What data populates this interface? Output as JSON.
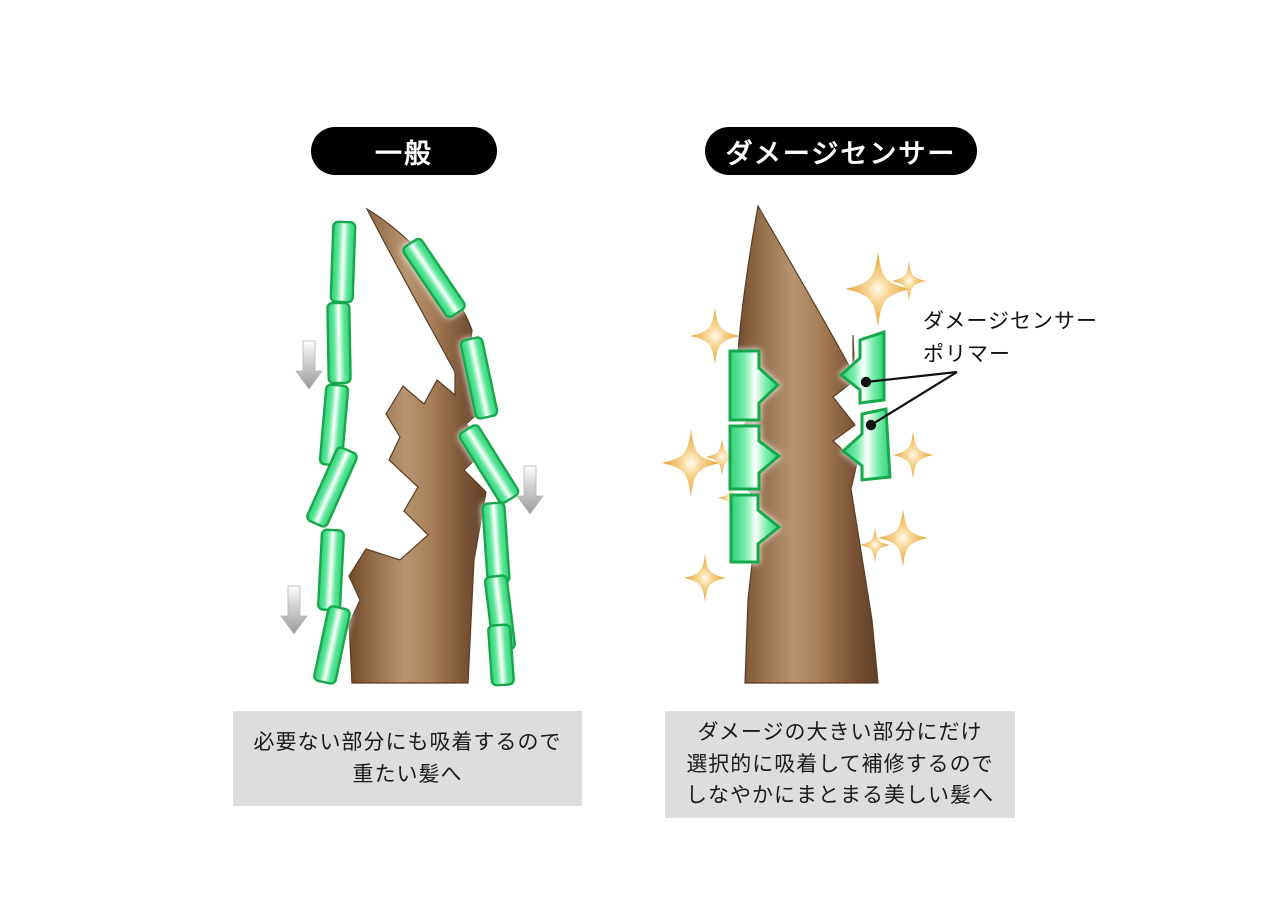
{
  "page": {
    "background": "#ffffff",
    "title_left": "一般",
    "title_right": "ダメージセンサー"
  },
  "panels": {
    "left": {
      "heading": "一般",
      "caption_lines": [
        "必要ない部分にも吸着するので",
        "重たい髪へ"
      ],
      "caption_bg": "#dddddd",
      "illustration": {
        "hair_shaft": "damaged-hair-shaft",
        "polymer_count": 12,
        "polymer_shape": "rounded-bar",
        "arrow_count": 3,
        "arrow_direction": "down",
        "arrow_color": "#9e9e9e"
      }
    },
    "right": {
      "heading": "ダメージセンサー",
      "caption_lines": [
        "ダメージの大きい部分にだけ",
        "選択的に吸着して補修するので",
        "しなやかにまとまる美しい髪へ"
      ],
      "caption_bg": "#dddddd",
      "annotation_lines": [
        "ダメージセンサー",
        "ポリマー"
      ],
      "illustration": {
        "hair_shaft": "repaired-hair-shaft",
        "polymer_count": 5,
        "polymer_shape": "chevron-wedge",
        "sparkle_count": 10,
        "sparkle_color": "#e9a93c",
        "leader_lines": 2
      }
    }
  },
  "colors": {
    "pill_bg": "#000000",
    "pill_text": "#ffffff",
    "caption_bg": "#dddddd",
    "text": "#1a1a1a",
    "hair_light": "#b08968",
    "hair_mid": "#9a7450",
    "hair_dark": "#6b4b2e",
    "polymer_border": "#11a84a",
    "polymer_fill": "#3fd67f",
    "polymer_core": "#ffffff",
    "sparkle": "#e8a73a",
    "arrow": "#9e9e9e"
  }
}
